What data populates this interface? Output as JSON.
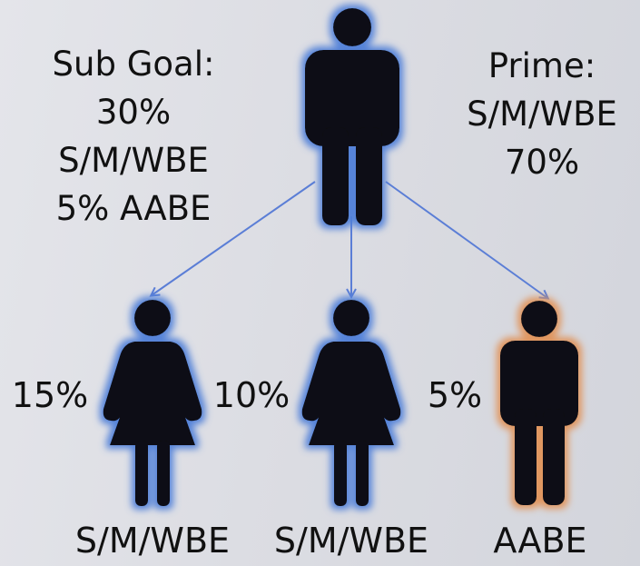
{
  "sub_goal": {
    "lines": [
      "Sub Goal:",
      "30%",
      "S/M/WBE",
      "5% AABE"
    ]
  },
  "prime": {
    "lines": [
      "Prime:",
      "S/M/WBE",
      "70%"
    ]
  },
  "children": [
    {
      "percent": "15%",
      "label": "S/M/WBE",
      "figure": "female",
      "glow": "#4f7fd8"
    },
    {
      "percent": "10%",
      "label": "S/M/WBE",
      "figure": "female",
      "glow": "#4f7fd8"
    },
    {
      "percent": "5%",
      "label": "AABE",
      "figure": "male",
      "glow": "#e0935a"
    }
  ],
  "colors": {
    "figure_fill": "#0b0b12",
    "arrow": "#5b7ed6",
    "glow_blue": "#4f7fd8",
    "glow_orange": "#e0935a"
  }
}
